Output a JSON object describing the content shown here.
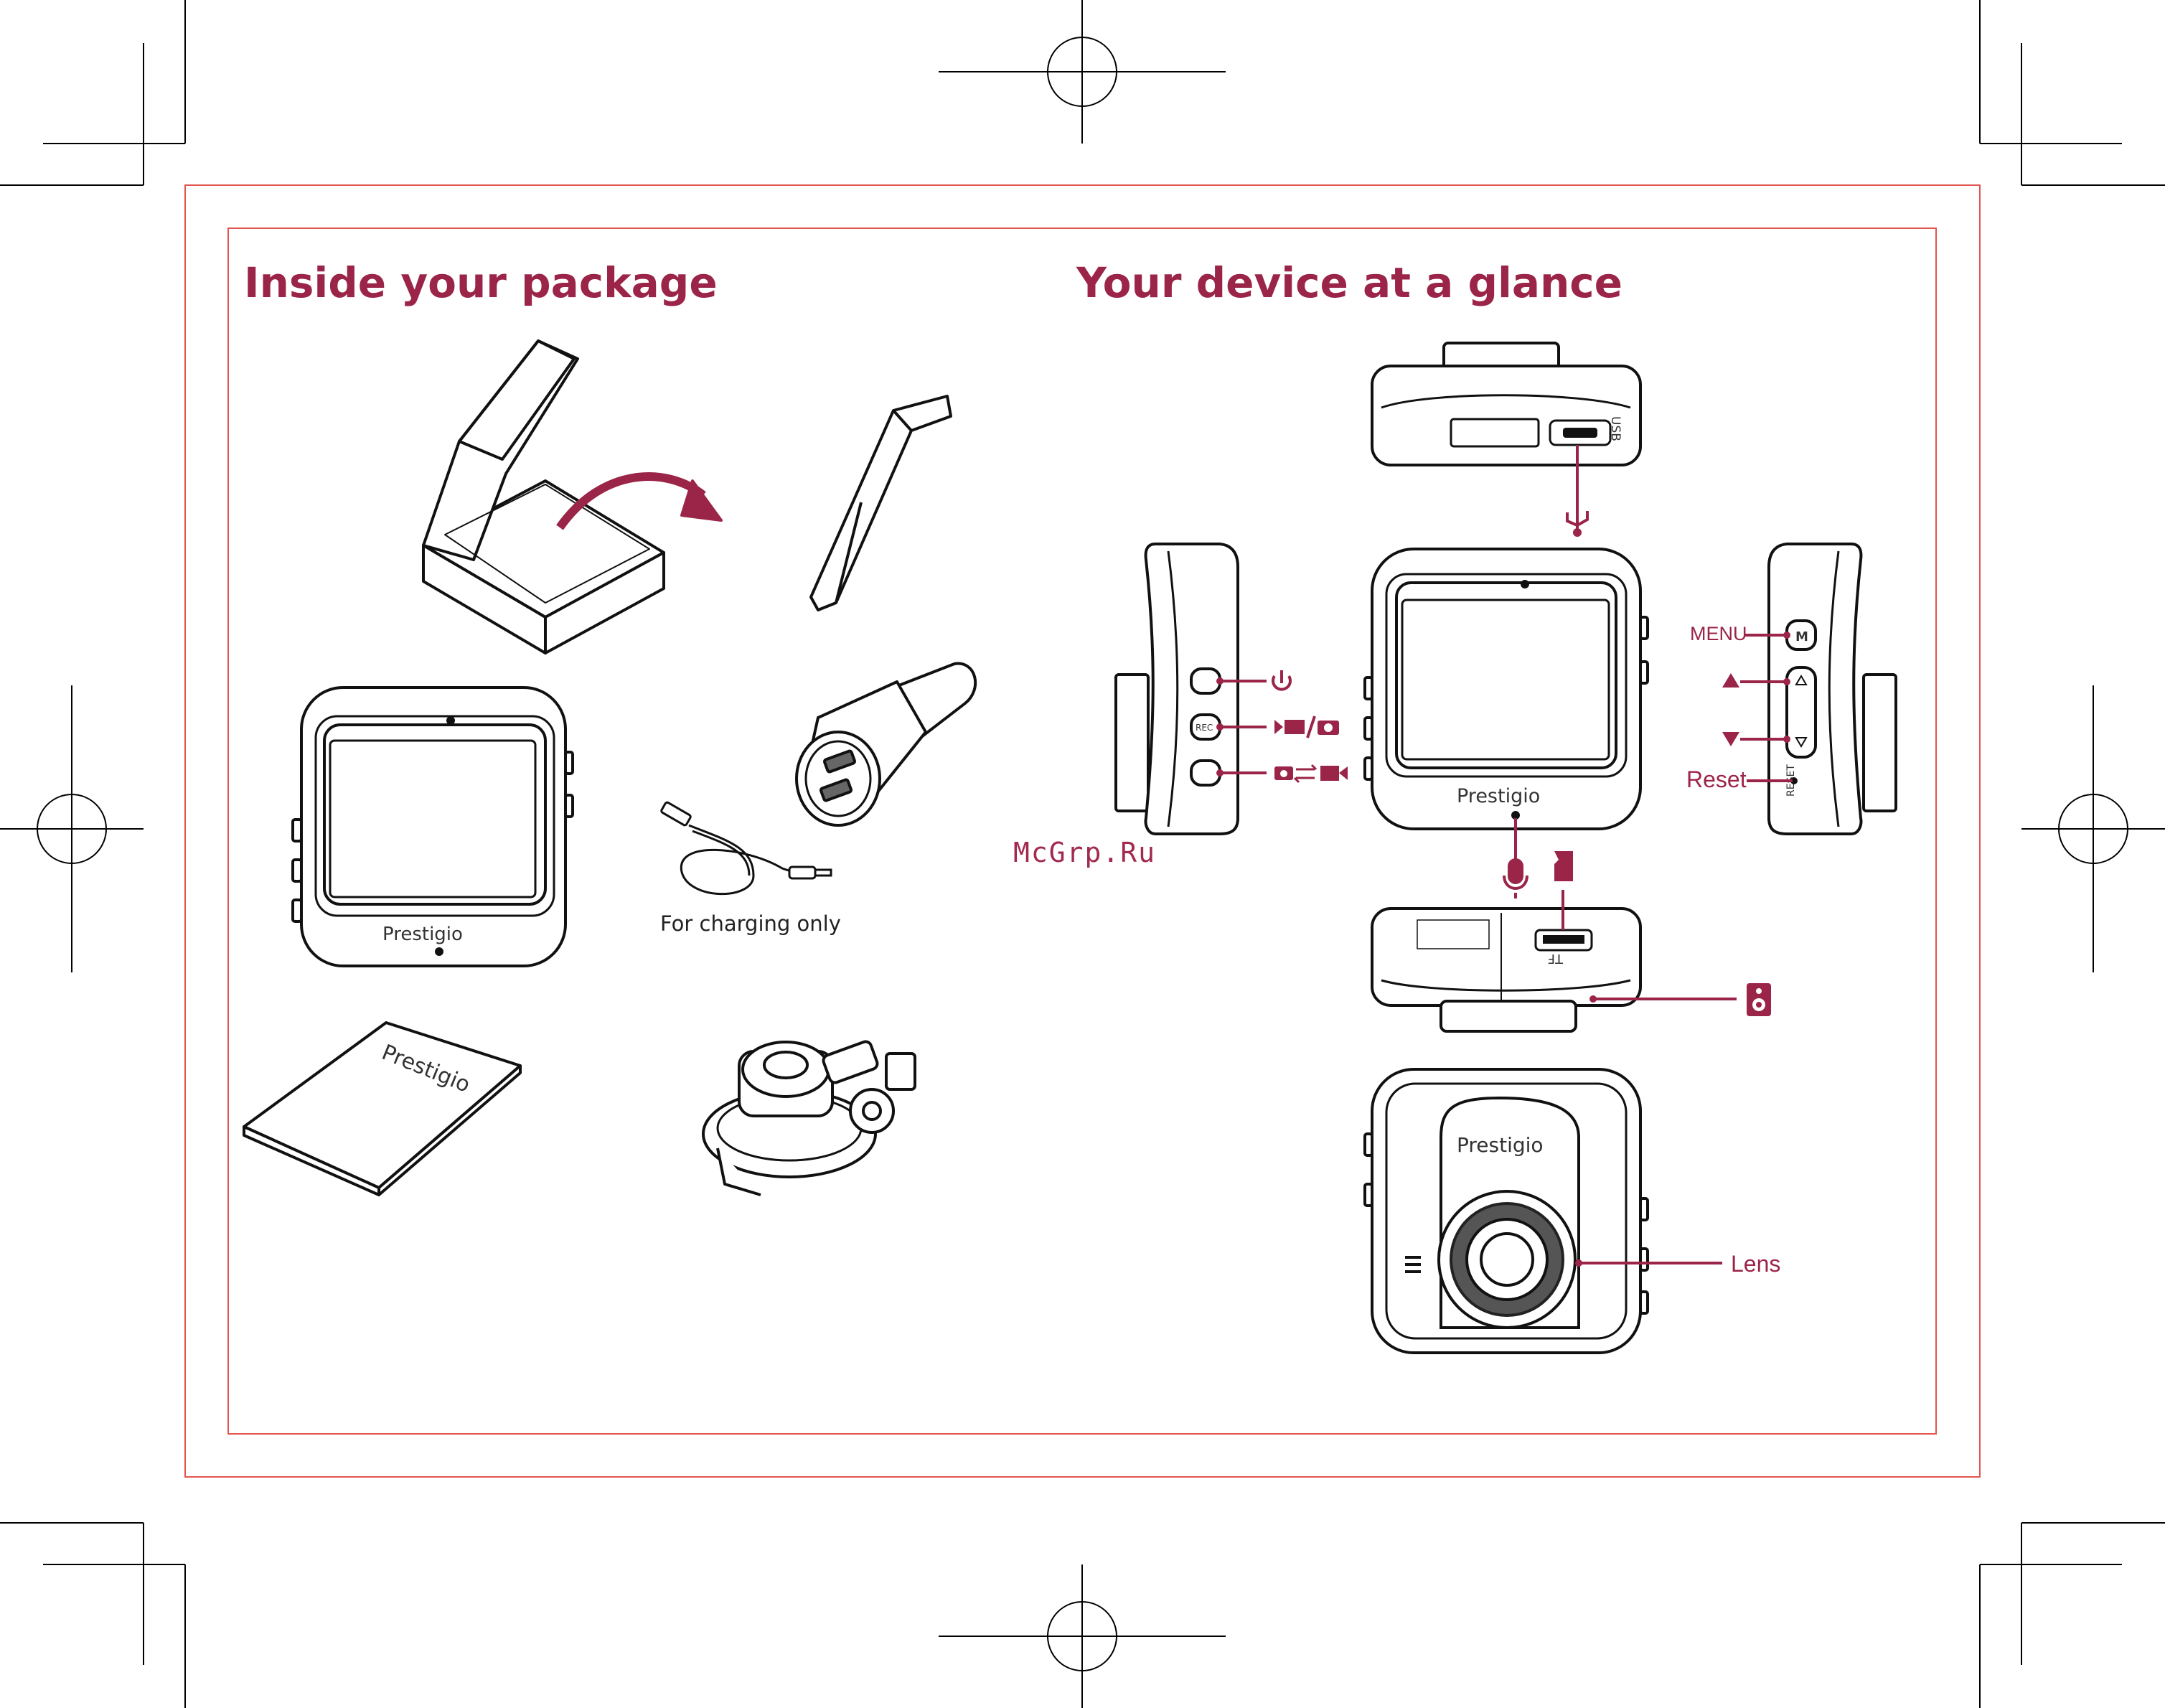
{
  "headings": {
    "package": "Inside your package",
    "glance": "Your device at a glance"
  },
  "package": {
    "cable_caption": "For charging only"
  },
  "device_callouts": {
    "menu": "MENU",
    "reset": "Reset",
    "lens": "Lens"
  },
  "device_markings": {
    "usb": "USB",
    "tf": "TF",
    "rec": "REC",
    "reset_port": "RESET",
    "menu_key": "M"
  },
  "brand": "Prestigio",
  "watermark": "McGrp.Ru",
  "colors": {
    "accent": "#9b2449",
    "border": "#e2564f",
    "line": "#222222"
  },
  "icons": [
    "usb-icon",
    "power-icon",
    "video-photo-icon",
    "mode-switch-icon",
    "up-arrow-icon",
    "down-arrow-icon",
    "microphone-icon",
    "sd-card-icon",
    "speaker-icon"
  ]
}
